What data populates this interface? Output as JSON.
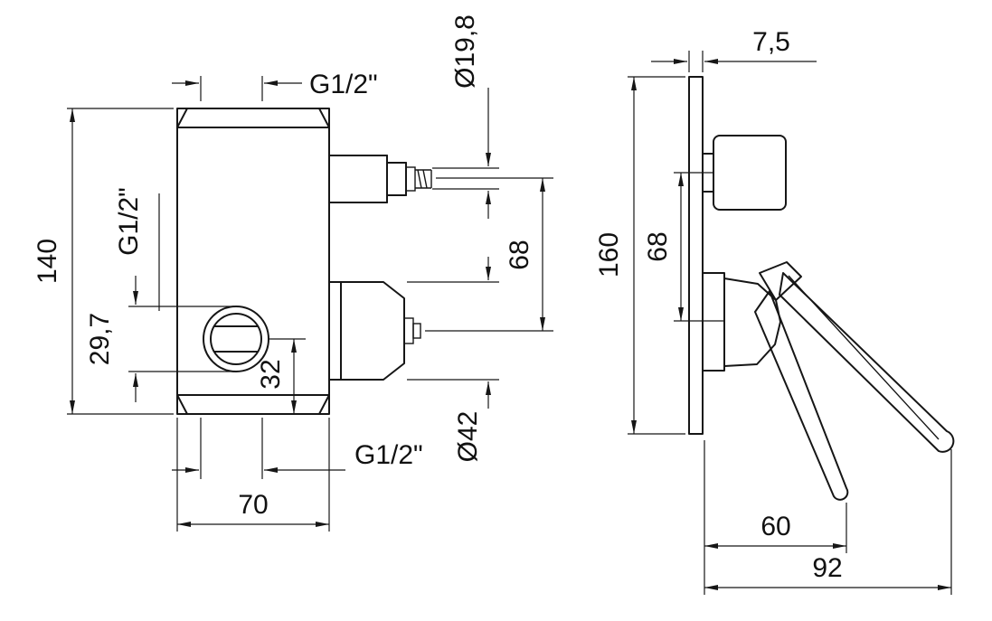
{
  "drawing": {
    "title": "concealed-shower-mixer-dimension-drawing",
    "front_view": {
      "thread_top": "G1/2\"",
      "thread_front": "G1/2\"",
      "thread_bottom": "G1/2\"",
      "body_height": "140",
      "front_port_diameter": "29,7",
      "center_to_bottom": "32",
      "body_width": "70",
      "nipple_diameter": "Ø19,8",
      "port_spacing": "68",
      "lower_port_diameter": "Ø42"
    },
    "side_view": {
      "plate_thickness": "7,5",
      "plate_height": "160",
      "knob_to_valve": "68",
      "depth_to_handle_tip": "60",
      "max_depth": "92"
    }
  }
}
